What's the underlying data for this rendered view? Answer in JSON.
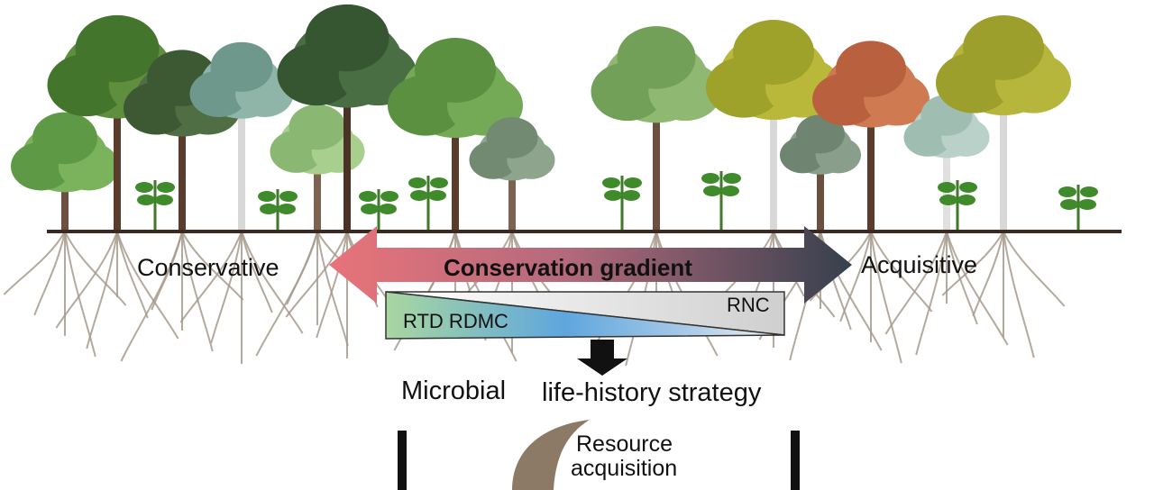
{
  "labels": {
    "conservative": "Conservative",
    "acquisitive": "Acquisitive",
    "gradient": "Conservation gradient",
    "rnc": "RNC",
    "rtd_rdmc": "RTD RDMC",
    "microbial": "Microbial",
    "life_history": "life-history strategy",
    "resource_line1": "Resource",
    "resource_line2": "acquisition"
  },
  "colors": {
    "arrow_left": "#e8737a",
    "arrow_right": "#3a4452",
    "ground": "#3a2a22",
    "root": "#a79a8c",
    "wedge_green": "#a9d7a0",
    "wedge_blue": "#5ea6de",
    "wedge_gray": "#d9d9d9",
    "arc_brown": "#8c7a66",
    "bar_black": "#111111"
  },
  "trees": [
    {
      "c1": "#7bb25c",
      "c2": "#5e9a45",
      "trunk": "#6b5040",
      "tall": false
    },
    {
      "c1": "#5e8e3e",
      "c2": "#44752c",
      "trunk": "#5a3c2c",
      "tall": true
    },
    {
      "c1": "#4f6e44",
      "c2": "#3c5934",
      "trunk": "#5a3c2c",
      "tall": true
    },
    {
      "c1": "#8fb5a9",
      "c2": "#6f988c",
      "trunk": "#d8d8d8",
      "tall": true
    },
    {
      "c1": "#a9cf8e",
      "c2": "#8ab872",
      "trunk": "#7c6250",
      "tall": false
    },
    {
      "c1": "#4a6e44",
      "c2": "#365632",
      "trunk": "#4b3226",
      "tall": true
    },
    {
      "c1": "#74aa56",
      "c2": "#5a9040",
      "trunk": "#5a3c2c",
      "tall": true
    },
    {
      "c1": "#8ea48c",
      "c2": "#738a72",
      "trunk": "#7c6250",
      "tall": false
    },
    {
      "c1": "#8fb872",
      "c2": "#73a058",
      "trunk": "#6b5040",
      "tall": true
    },
    {
      "c1": "#b9b83a",
      "c2": "#9ea12a",
      "trunk": "#d8d8d8",
      "tall": true
    },
    {
      "c1": "#8a9e8c",
      "c2": "#6f8471",
      "trunk": "#6b5040",
      "tall": false
    },
    {
      "c1": "#d07a52",
      "c2": "#b9603e",
      "trunk": "#5a3c2c",
      "tall": true
    },
    {
      "c1": "#b9d1c8",
      "c2": "#a0bdb2",
      "trunk": "#e0e0e0",
      "tall": false
    },
    {
      "c1": "#b7b63c",
      "c2": "#9d9f2c",
      "trunk": "#d8d8d8",
      "tall": true
    }
  ]
}
